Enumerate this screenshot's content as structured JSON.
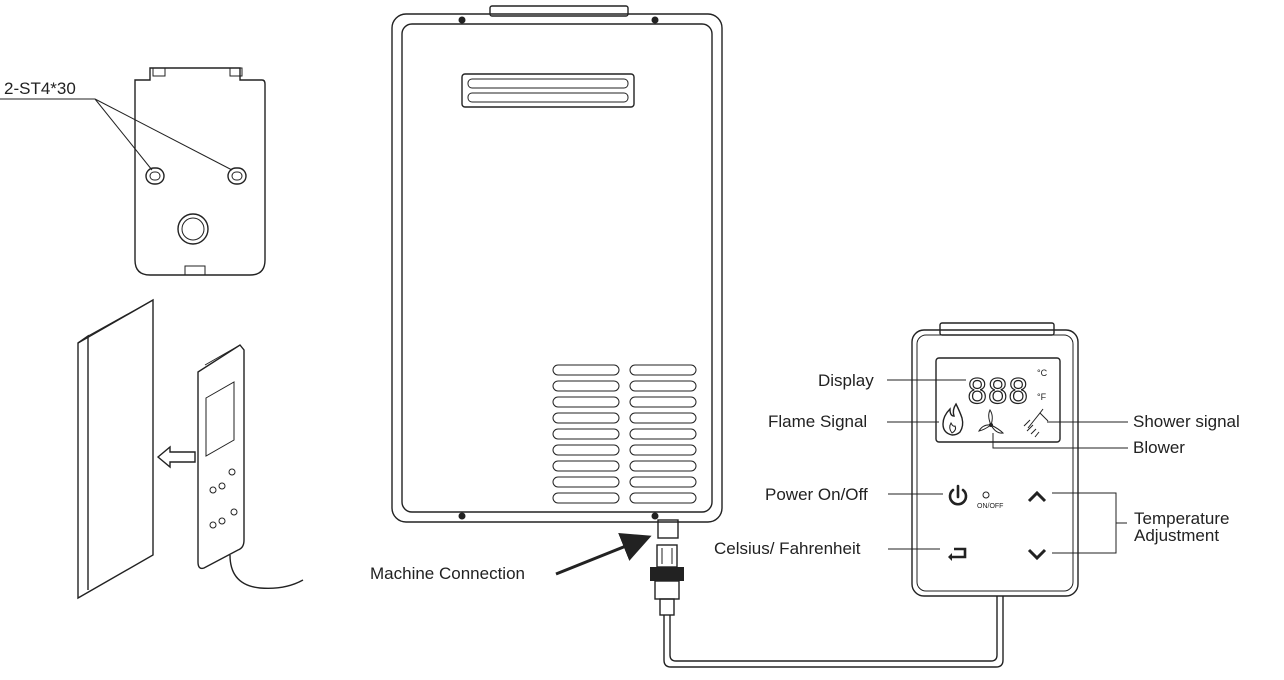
{
  "labels": {
    "screw_spec": "2-ST4*30",
    "display": "Display",
    "flame_signal": "Flame Signal",
    "shower_signal": "Shower signal",
    "blower": "Blower",
    "power": "Power On/Off",
    "temperature_line1": "Temperature",
    "temperature_line2": "Adjustment",
    "unit_toggle": "Celsius/ Fahrenheit",
    "machine_connection": "Machine Connection"
  },
  "panel": {
    "segment_digits": "888",
    "unit_c": "°C",
    "unit_f": "°F",
    "onoff_caption": "ON/OFF"
  }
}
